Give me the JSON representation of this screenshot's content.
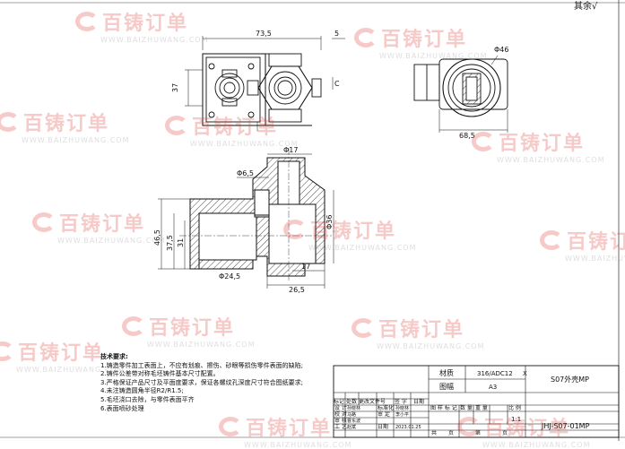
{
  "watermark": {
    "brand": "百铸订单",
    "url": "WWW.BAIZHUWANG.COM"
  },
  "corner_note": "其余√",
  "dimensions": {
    "width_73_5": "73,5",
    "gap_5": "5",
    "h_37": "37",
    "dia_46": "Φ46",
    "d_68_5": "68,5",
    "dia_17": "Φ17",
    "dia_6_5": "Φ6,5",
    "h_46_5": "46,5",
    "h_37_5": "37,5",
    "h_31": "31",
    "dia_36": "Φ36",
    "w_17": "17",
    "w_26_5": "26,5",
    "dia_24_5": "Φ24,5"
  },
  "section_marks": {
    "c": "C"
  },
  "tech_notes": {
    "title": "技术要求:",
    "items": [
      "1.铸造零件加工表面上，不应有划痕、擦伤、砂眼等损伤零件表面的缺陷;",
      "2.铸件公差带对称毛坯铸件基本尺寸配置。",
      "3.严格保证产品尺寸及平面度要求，保证各螺纹孔深度尺寸符合图纸要求;",
      "4.未注铸造圆角半径R2/R1.5;",
      "5.毛坯浇口去除，与零件表面平齐",
      "6.表面喷砂处理"
    ]
  },
  "title_block": {
    "material_label": "材质",
    "material_value": "316/ADC12",
    "material_mark": "X",
    "format_label": "图幅",
    "format_value": "A3",
    "part_name": "S07外壳MP",
    "drawing_no": "JHJ-S07-01MP",
    "scale": "1:1",
    "header_cols": [
      "标记",
      "处数",
      "更改文件号",
      "签 字",
      "日期"
    ],
    "rows": [
      {
        "label": "设 计",
        "name": "孙晓林",
        "std": "标准化",
        "std_name": "孙晓林"
      },
      {
        "label": "校 对",
        "name": "马路",
        "std": "审 定",
        "std_name": "李小平"
      },
      {
        "label": "审 核",
        "name": "曹东波",
        "std": "",
        "std_name": ""
      },
      {
        "label": "工 艺",
        "name": "赵斌",
        "std": "日期",
        "std_name": "2023.01.25"
      }
    ],
    "stage_cols": [
      "图 样 标 记",
      "数 量",
      "重 量",
      "比 例"
    ],
    "sheet_label": "共",
    "sheet_label2": "页",
    "sheet_label3": "第",
    "sheet_label4": "页"
  }
}
